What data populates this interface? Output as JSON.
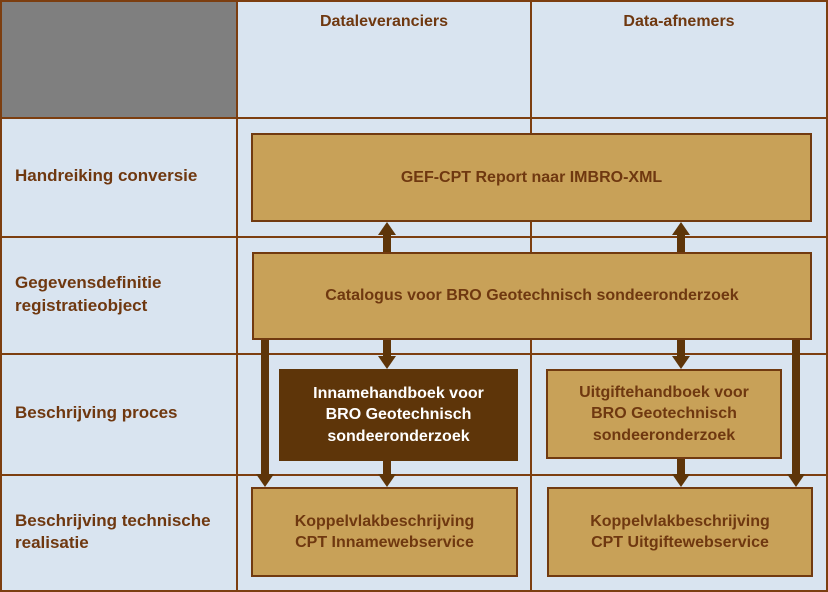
{
  "colors": {
    "page-bg": "#d9e4f0",
    "grid": "#7c3e10",
    "gray-cell": "#7f7f7f",
    "box-fill": "#c8a158",
    "box-border": "#713a10",
    "dark-box-fill": "#5e3509",
    "dark-box-text": "#ffffff",
    "arrow": "#5e3509",
    "text": "#6f3810"
  },
  "header": {
    "col_dataleveranciers": "Dataleveranciers",
    "col_data_afnemers": "Data-afnemers"
  },
  "row_labels": {
    "handreiking_conversie": "Handreiking conversie",
    "gegevensdefinitie": "Gegevensdefinitie\nregistratieobject",
    "beschrijving_proces": "Beschrijving proces",
    "beschrijving_technische": "Beschrijving technische\nrealisatie"
  },
  "boxes": {
    "gef_cpt": "GEF-CPT Report naar IMBRO-XML",
    "catalogus": "Catalogus voor BRO Geotechnisch sondeeronderzoek",
    "innamehandboek": "Innamehandboek voor\nBRO Geotechnisch\nsondeeronderzoek",
    "uitgiftehandboek": "Uitgiftehandboek voor\nBRO Geotechnisch\nsondeeronderzoek",
    "koppelvlak_inname": "Koppelvlakbeschrijving\nCPT Innamewebservice",
    "koppelvlak_uitgifte": "Koppelvlakbeschrijving\nCPT Uitgiftewebservice"
  }
}
